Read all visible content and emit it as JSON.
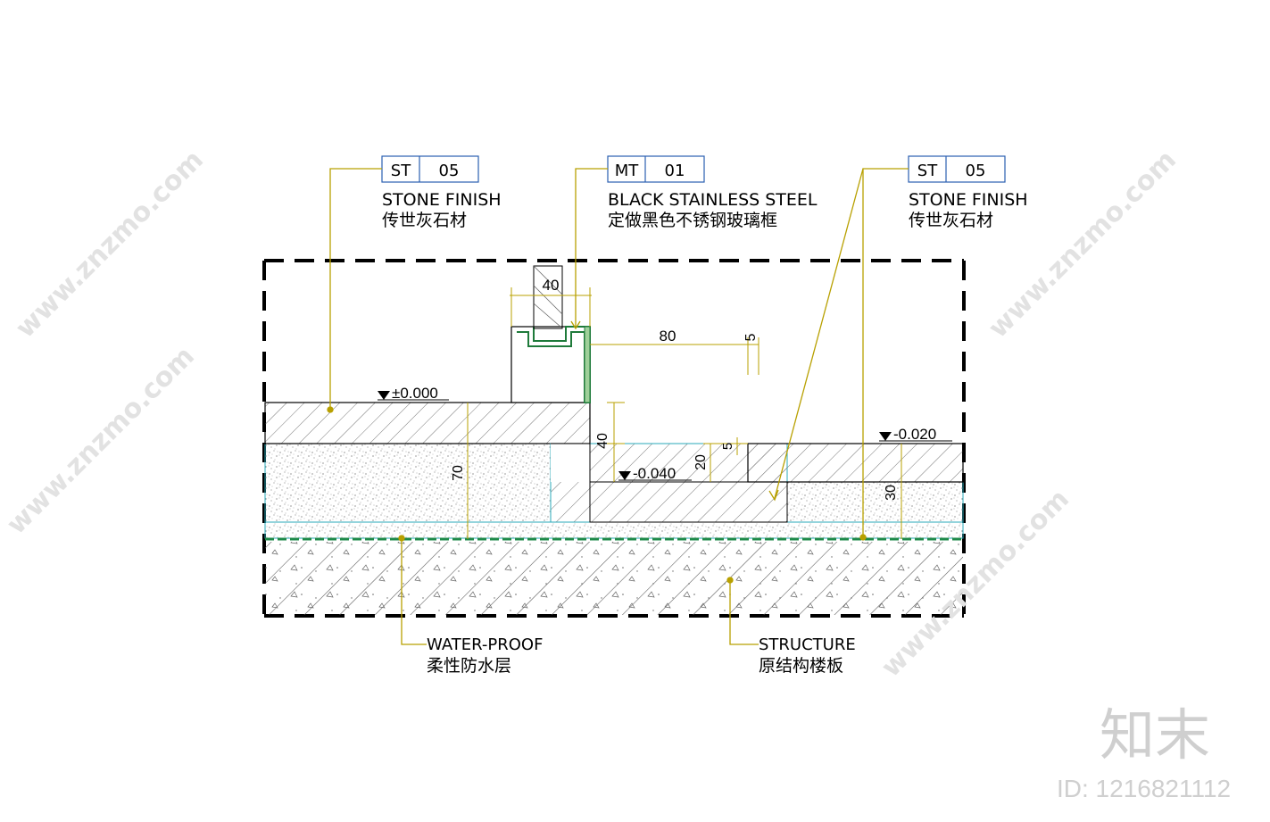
{
  "tags": {
    "left": {
      "code": "ST",
      "num": "05",
      "en": "STONE FINISH",
      "cn": "传世灰石材"
    },
    "middle": {
      "code": "MT",
      "num": "01",
      "en": "BLACK STAINLESS STEEL",
      "cn": "定做黑色不锈钢玻璃框"
    },
    "right": {
      "code": "ST",
      "num": "05",
      "en": "STONE FINISH",
      "cn": "传世灰石材"
    }
  },
  "bottom_labels": {
    "waterproof": {
      "en": "WATER-PROOF",
      "cn": "柔性防水层"
    },
    "structure": {
      "en": "STRUCTURE",
      "cn": "原结构楼板"
    }
  },
  "levels": {
    "zero": "±0.000",
    "minus_040": "-0.040",
    "minus_020": "-0.020"
  },
  "dimensions": {
    "frame_width": "40",
    "gap": "80",
    "small": "5",
    "step_h": "40",
    "stone_thk": "70",
    "depth_20": "20",
    "depth_5": "5",
    "right_thk": "30"
  },
  "watermark": {
    "logo": "知末",
    "site": "www.znzmo.com",
    "id": "ID: 1216821112"
  },
  "colors": {
    "leader": "#b8a000",
    "tag_box": "#2a5fb0",
    "layer_outline": "#2aa8b8",
    "waterproof": "#1e8a4a",
    "frame": "#1e7a3a"
  }
}
